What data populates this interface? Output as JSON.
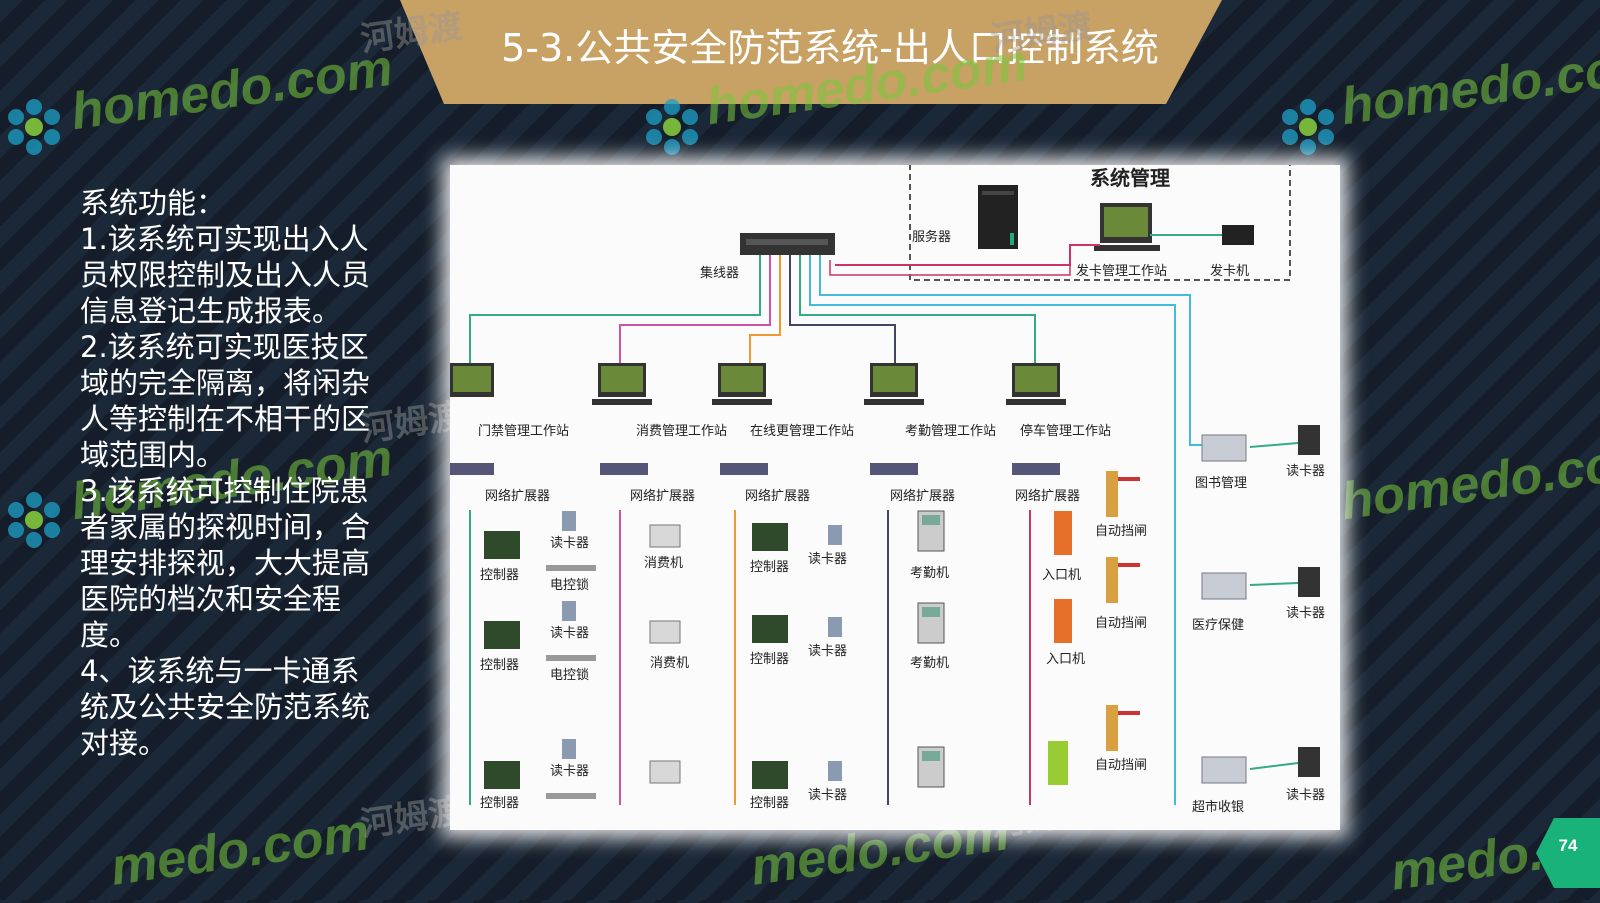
{
  "title": "5-3.公共安全防范系统-出人口控制系统",
  "page_number": "74",
  "colors": {
    "banner": "#c8a164",
    "page_badge": "#19b37a",
    "watermark": "#7ac83c",
    "background": "#172230"
  },
  "watermark": {
    "text": ".com",
    "text_cn": "河姆渡"
  },
  "description": {
    "heading": "系统功能：",
    "items": [
      "1.该系统可实现出入人员权限控制及出入人员信息登记生成报表。",
      "2.该系统可实现医技区域的完全隔离，将闲杂人等控制在不相干的区域范围内。",
      "3.该系统可控制住院患者家属的探视时间，合理安排探视，大大提高医院的档次和安全程度。",
      "4、该系统与一卡通系统及公共安全防范系统对接。"
    ]
  },
  "diagram": {
    "system_mgmt_title": "系统管理",
    "server": "服务器",
    "card_station": "发卡管理工作站",
    "card_issuer": "发卡机",
    "hub": "集线器",
    "stations": [
      "门禁管理工作站",
      "消费管理工作站",
      "在线更管理工作站",
      "考勤管理工作站",
      "停车管理工作站"
    ],
    "expander": "网络扩展器",
    "controller": "控制器",
    "reader": "读卡器",
    "lock": "电控锁",
    "pos": "消费机",
    "attendance": "考勤机",
    "gate": "自动挡闸",
    "entry": "入口机",
    "library": "图书管理",
    "medical": "医疗保健",
    "supermarket": "超市收银",
    "reader_short": "读卡器"
  }
}
